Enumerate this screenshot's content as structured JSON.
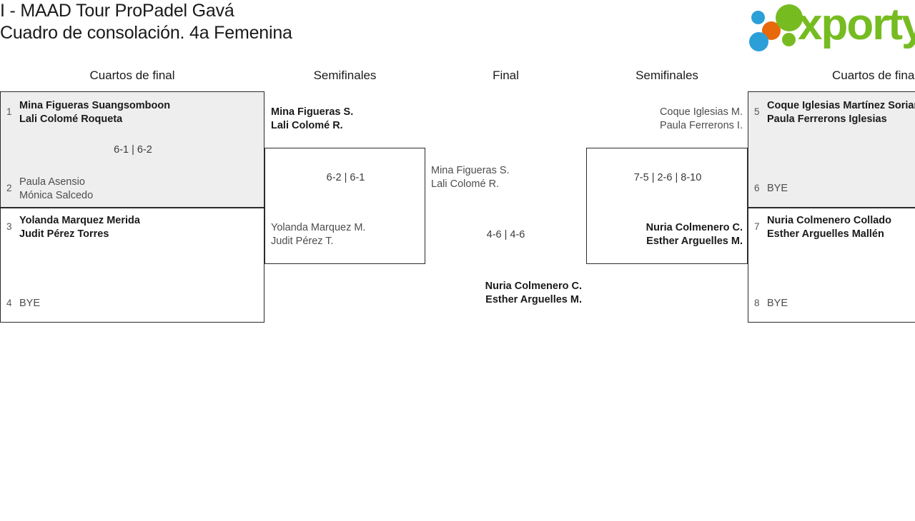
{
  "header": {
    "title_line1": "I - MAAD Tour ProPadel Gavá",
    "title_line2": "Cuadro de consolación. 4a Femenina"
  },
  "brand": {
    "name": "xporty",
    "colors": {
      "green": "#76bc21",
      "orange": "#e8690b",
      "blue": "#2b9fd8"
    }
  },
  "rounds": [
    {
      "label": "Cuartos de final"
    },
    {
      "label": "Semifinales"
    },
    {
      "label": "Final"
    },
    {
      "label": "Semifinales"
    },
    {
      "label": "Cuartos de final"
    }
  ],
  "bracket": {
    "left_quarters": [
      {
        "score": "6-1 | 6-2",
        "top": {
          "seed": "1",
          "player1": "Mina Figueras Suangsomboon",
          "player2": "Lali Colomé Roqueta",
          "result": "winner"
        },
        "bottom": {
          "seed": "2",
          "player1": "Paula Asensio",
          "player2": "Mónica Salcedo",
          "result": "loser"
        }
      },
      {
        "score": "",
        "top": {
          "seed": "3",
          "player1": "Yolanda Marquez Merida",
          "player2": "Judit Pérez Torres",
          "result": "winner"
        },
        "bottom": {
          "seed": "4",
          "player1": "BYE",
          "player2": "",
          "result": "loser"
        }
      }
    ],
    "left_semifinal": {
      "score": "6-2 | 6-1",
      "top": {
        "player1": "Mina Figueras S.",
        "player2": "Lali Colomé R.",
        "result": "winner"
      },
      "bottom": {
        "player1": "Yolanda Marquez M.",
        "player2": "Judit Pérez T.",
        "result": "loser"
      }
    },
    "final": {
      "score": "4-6 | 4-6",
      "top": {
        "player1": "Mina Figueras S.",
        "player2": "Lali Colomé R.",
        "result": "loser"
      },
      "bottom": {
        "player1": "Nuria Colmenero C.",
        "player2": "Esther Arguelles M.",
        "result": "winner"
      }
    },
    "right_semifinal": {
      "score": "7-5 | 2-6 | 8-10",
      "top": {
        "player1": "Coque Iglesias M.",
        "player2": "Paula Ferrerons I.",
        "result": "loser"
      },
      "bottom": {
        "player1": "Nuria Colmenero C.",
        "player2": "Esther Arguelles M.",
        "result": "winner"
      }
    },
    "right_quarters": [
      {
        "score": "",
        "top": {
          "seed": "5",
          "player1": "Coque Iglesias Martínez Soriano",
          "player2": "Paula Ferrerons Iglesias",
          "result": "winner"
        },
        "bottom": {
          "seed": "6",
          "player1": "BYE",
          "player2": "",
          "result": "loser"
        }
      },
      {
        "score": "",
        "top": {
          "seed": "7",
          "player1": "Nuria Colmenero Collado",
          "player2": "Esther Arguelles Mallén",
          "result": "winner"
        },
        "bottom": {
          "seed": "8",
          "player1": "BYE",
          "player2": "",
          "result": "loser"
        }
      }
    ]
  }
}
